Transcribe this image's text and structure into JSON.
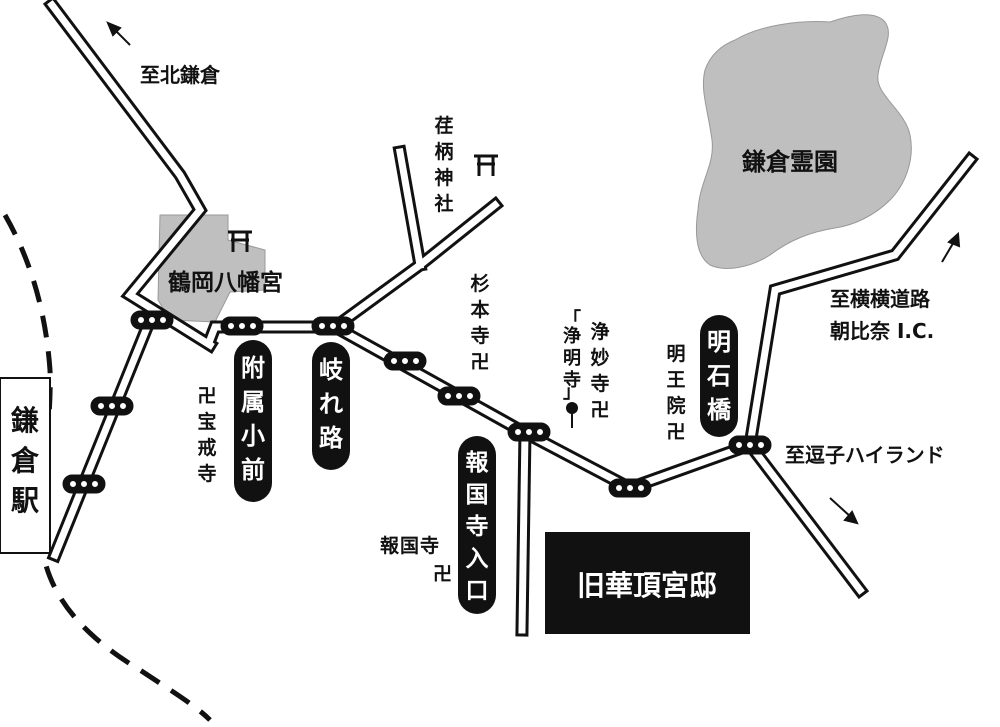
{
  "map": {
    "destinations": {
      "north_kamakura": "至北鎌倉",
      "yokohama_yokosuka_road": [
        "至横横道路",
        "朝比奈 I.C."
      ],
      "zushi_highland": "至逗子ハイランド"
    },
    "station": [
      "鎌",
      "倉",
      "駅"
    ],
    "landmarks": {
      "tsurugaoka_hachimangu": "鶴岡八幡宮",
      "kamakura_reien": "鎌倉霊園",
      "egara_tenjinsha": [
        "荏",
        "柄",
        "神",
        "社"
      ],
      "sugimotodera": [
        "杉",
        "本",
        "寺"
      ],
      "jomyoji": [
        "浄",
        "妙",
        "寺"
      ],
      "jomyoji_busstop": [
        "「",
        "浄",
        "明",
        "寺",
        "」"
      ],
      "myooin": [
        "明",
        "王",
        "院"
      ],
      "hokaiji": [
        "宝",
        "戒",
        "寺"
      ],
      "hokokuji": [
        "報",
        "国",
        "寺"
      ],
      "destination_building": "旧華頂宮邸"
    },
    "bus_stops": {
      "fuzoku_shomae": [
        "附",
        "属",
        "小",
        "前"
      ],
      "wakarejimichi": [
        "岐",
        "れ",
        "路"
      ],
      "hokokuji_iriguchi": [
        "報",
        "国",
        "寺",
        "入",
        "口"
      ],
      "myoishibashi": [
        "明",
        "石",
        "橋"
      ]
    },
    "symbols": {
      "temple": "卍",
      "shrine": "⛩"
    }
  }
}
